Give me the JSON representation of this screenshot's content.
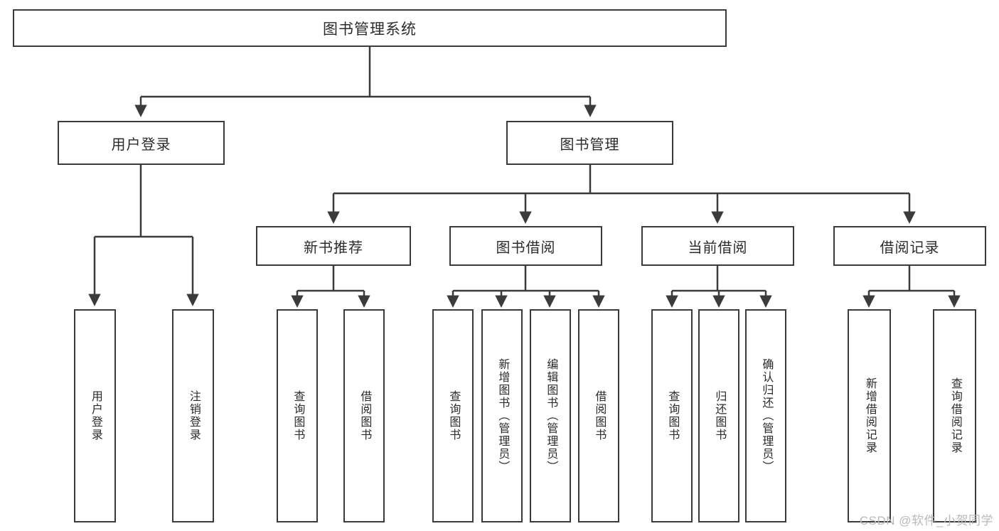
{
  "diagram": {
    "type": "hierarchy-tree",
    "title": "图书管理系统",
    "watermark": "CSDN @软件_小贺同学",
    "colors": {
      "background": "#ffffff",
      "box_border": "#3b3b3b",
      "box_fill": "#ffffff",
      "text": "#2b2b2b",
      "connector": "#3b3b3b",
      "watermark": "#b9b9b9"
    },
    "root": {
      "label": "图书管理系统"
    },
    "level2": [
      {
        "id": "user-login",
        "label": "用户登录"
      },
      {
        "id": "book-management",
        "label": "图书管理"
      }
    ],
    "level3": [
      {
        "id": "new-book-recommend",
        "label": "新书推荐",
        "parent": "book-management"
      },
      {
        "id": "book-borrow",
        "label": "图书借阅",
        "parent": "book-management"
      },
      {
        "id": "current-borrow",
        "label": "当前借阅",
        "parent": "book-management"
      },
      {
        "id": "borrow-records",
        "label": "借阅记录",
        "parent": "book-management"
      }
    ],
    "leaves": [
      {
        "id": "leaf-user-login",
        "label": "用户登录",
        "parent": "user-login"
      },
      {
        "id": "leaf-user-logout",
        "label": "注销登录",
        "parent": "user-login"
      },
      {
        "id": "leaf-query-book-1",
        "label": "查询图书",
        "parent": "new-book-recommend"
      },
      {
        "id": "leaf-borrow-book-1",
        "label": "借阅图书",
        "parent": "new-book-recommend"
      },
      {
        "id": "leaf-query-book-2",
        "label": "查询图书",
        "parent": "book-borrow"
      },
      {
        "id": "leaf-add-book",
        "label": "新增图书（管理员）",
        "parent": "book-borrow"
      },
      {
        "id": "leaf-edit-book",
        "label": "编辑图书（管理员）",
        "parent": "book-borrow"
      },
      {
        "id": "leaf-borrow-book-2",
        "label": "借阅图书",
        "parent": "book-borrow"
      },
      {
        "id": "leaf-query-book-3",
        "label": "查询图书",
        "parent": "current-borrow"
      },
      {
        "id": "leaf-return-book",
        "label": "归还图书",
        "parent": "current-borrow"
      },
      {
        "id": "leaf-confirm-return",
        "label": "确认归还（管理员）",
        "parent": "current-borrow"
      },
      {
        "id": "leaf-add-record",
        "label": "新增借阅记录",
        "parent": "borrow-records"
      },
      {
        "id": "leaf-query-record",
        "label": "查询借阅记录",
        "parent": "borrow-records"
      }
    ]
  }
}
